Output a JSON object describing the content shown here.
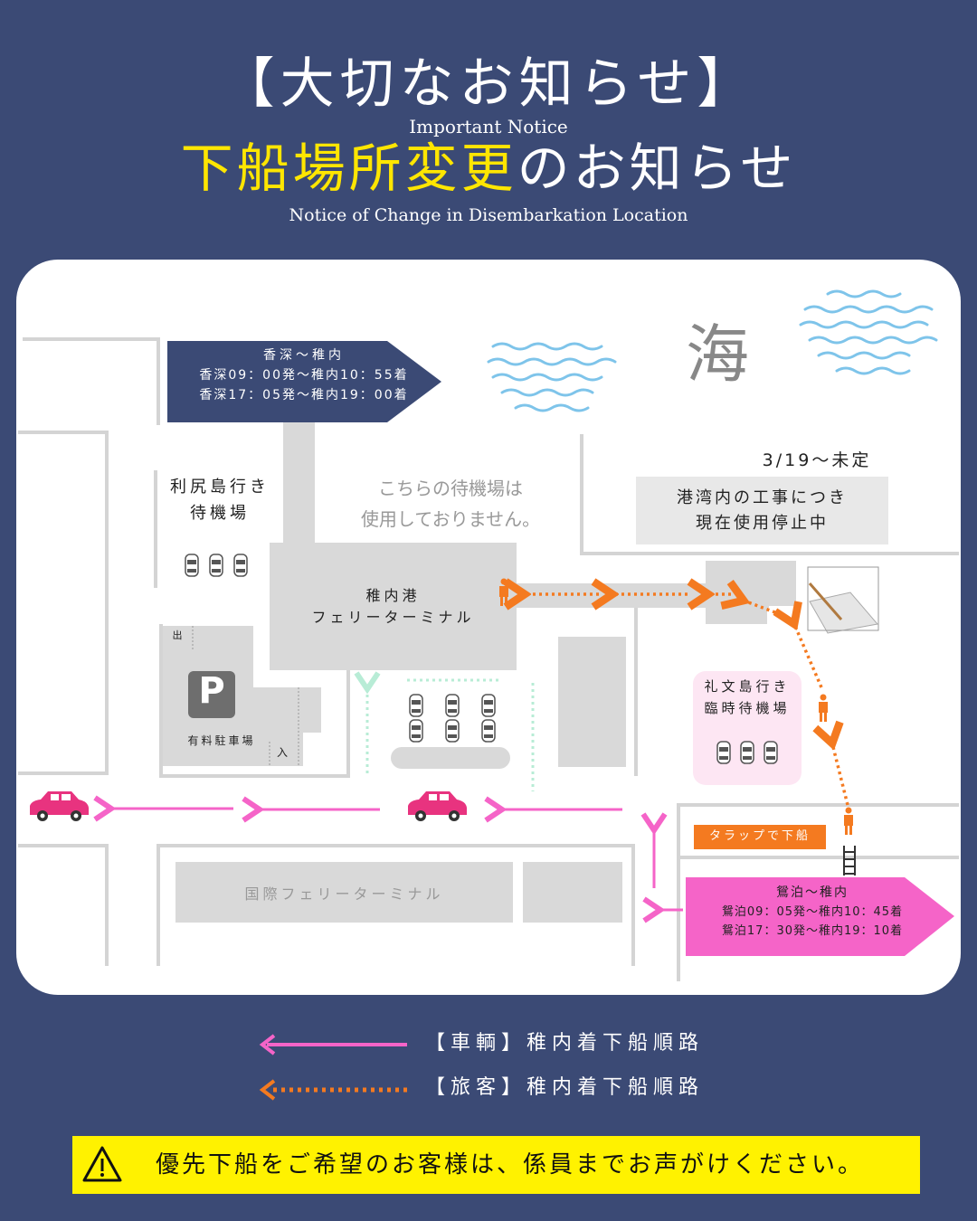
{
  "header": {
    "title": "【大切なお知らせ】",
    "title_en": "Important Notice",
    "headline_highlight": "下船場所変更",
    "headline_rest": "のお知らせ",
    "headline_en": "Notice of Change in Disembarkation Location"
  },
  "map": {
    "sea_label": "海",
    "kafuka_route": {
      "title": "香深～稚内",
      "line1": "香深09：00発～稚内10：55着",
      "line2": "香深17：05発～稚内19：00着"
    },
    "oshidomari_route": {
      "title": "鴛泊～稚内",
      "line1": "鴛泊09：05発～稚内10：45着",
      "line2": "鴛泊17：30発～稚内19：10着"
    },
    "rishiri_waiting": "利尻島行き\n待機場",
    "unused_waiting": "こちらの待機場は\n使用しておりません。",
    "terminal": "稚内港\nフェリーターミナル",
    "period": "3/19～未定",
    "closure": "港湾内の工事につき\n現在使用停止中",
    "rebun_waiting": "礼文島行き\n臨時待機場",
    "parking": {
      "icon": "P",
      "label": "有料駐車場",
      "exit": "出",
      "entrance": "入"
    },
    "gangway_label": "タラップで下船",
    "intl_terminal": "国際フェリーターミナル"
  },
  "legend": [
    {
      "label": "【車輌】稚内着下船順路",
      "color": "#f564c8",
      "style": "solid"
    },
    {
      "label": "【旅客】稚内着下船順路",
      "color": "#f47a20",
      "style": "dotted"
    }
  ],
  "notice": {
    "icon": "warning-icon",
    "text": "優先下船をご希望のお客様は、係員までお声がけください。"
  },
  "colors": {
    "background": "#3b4a75",
    "highlight": "#ffe600",
    "vehicle": "#f564c8",
    "passenger": "#f47a20",
    "navy_box": "#3b4a75",
    "notice_bar": "#fff200"
  }
}
